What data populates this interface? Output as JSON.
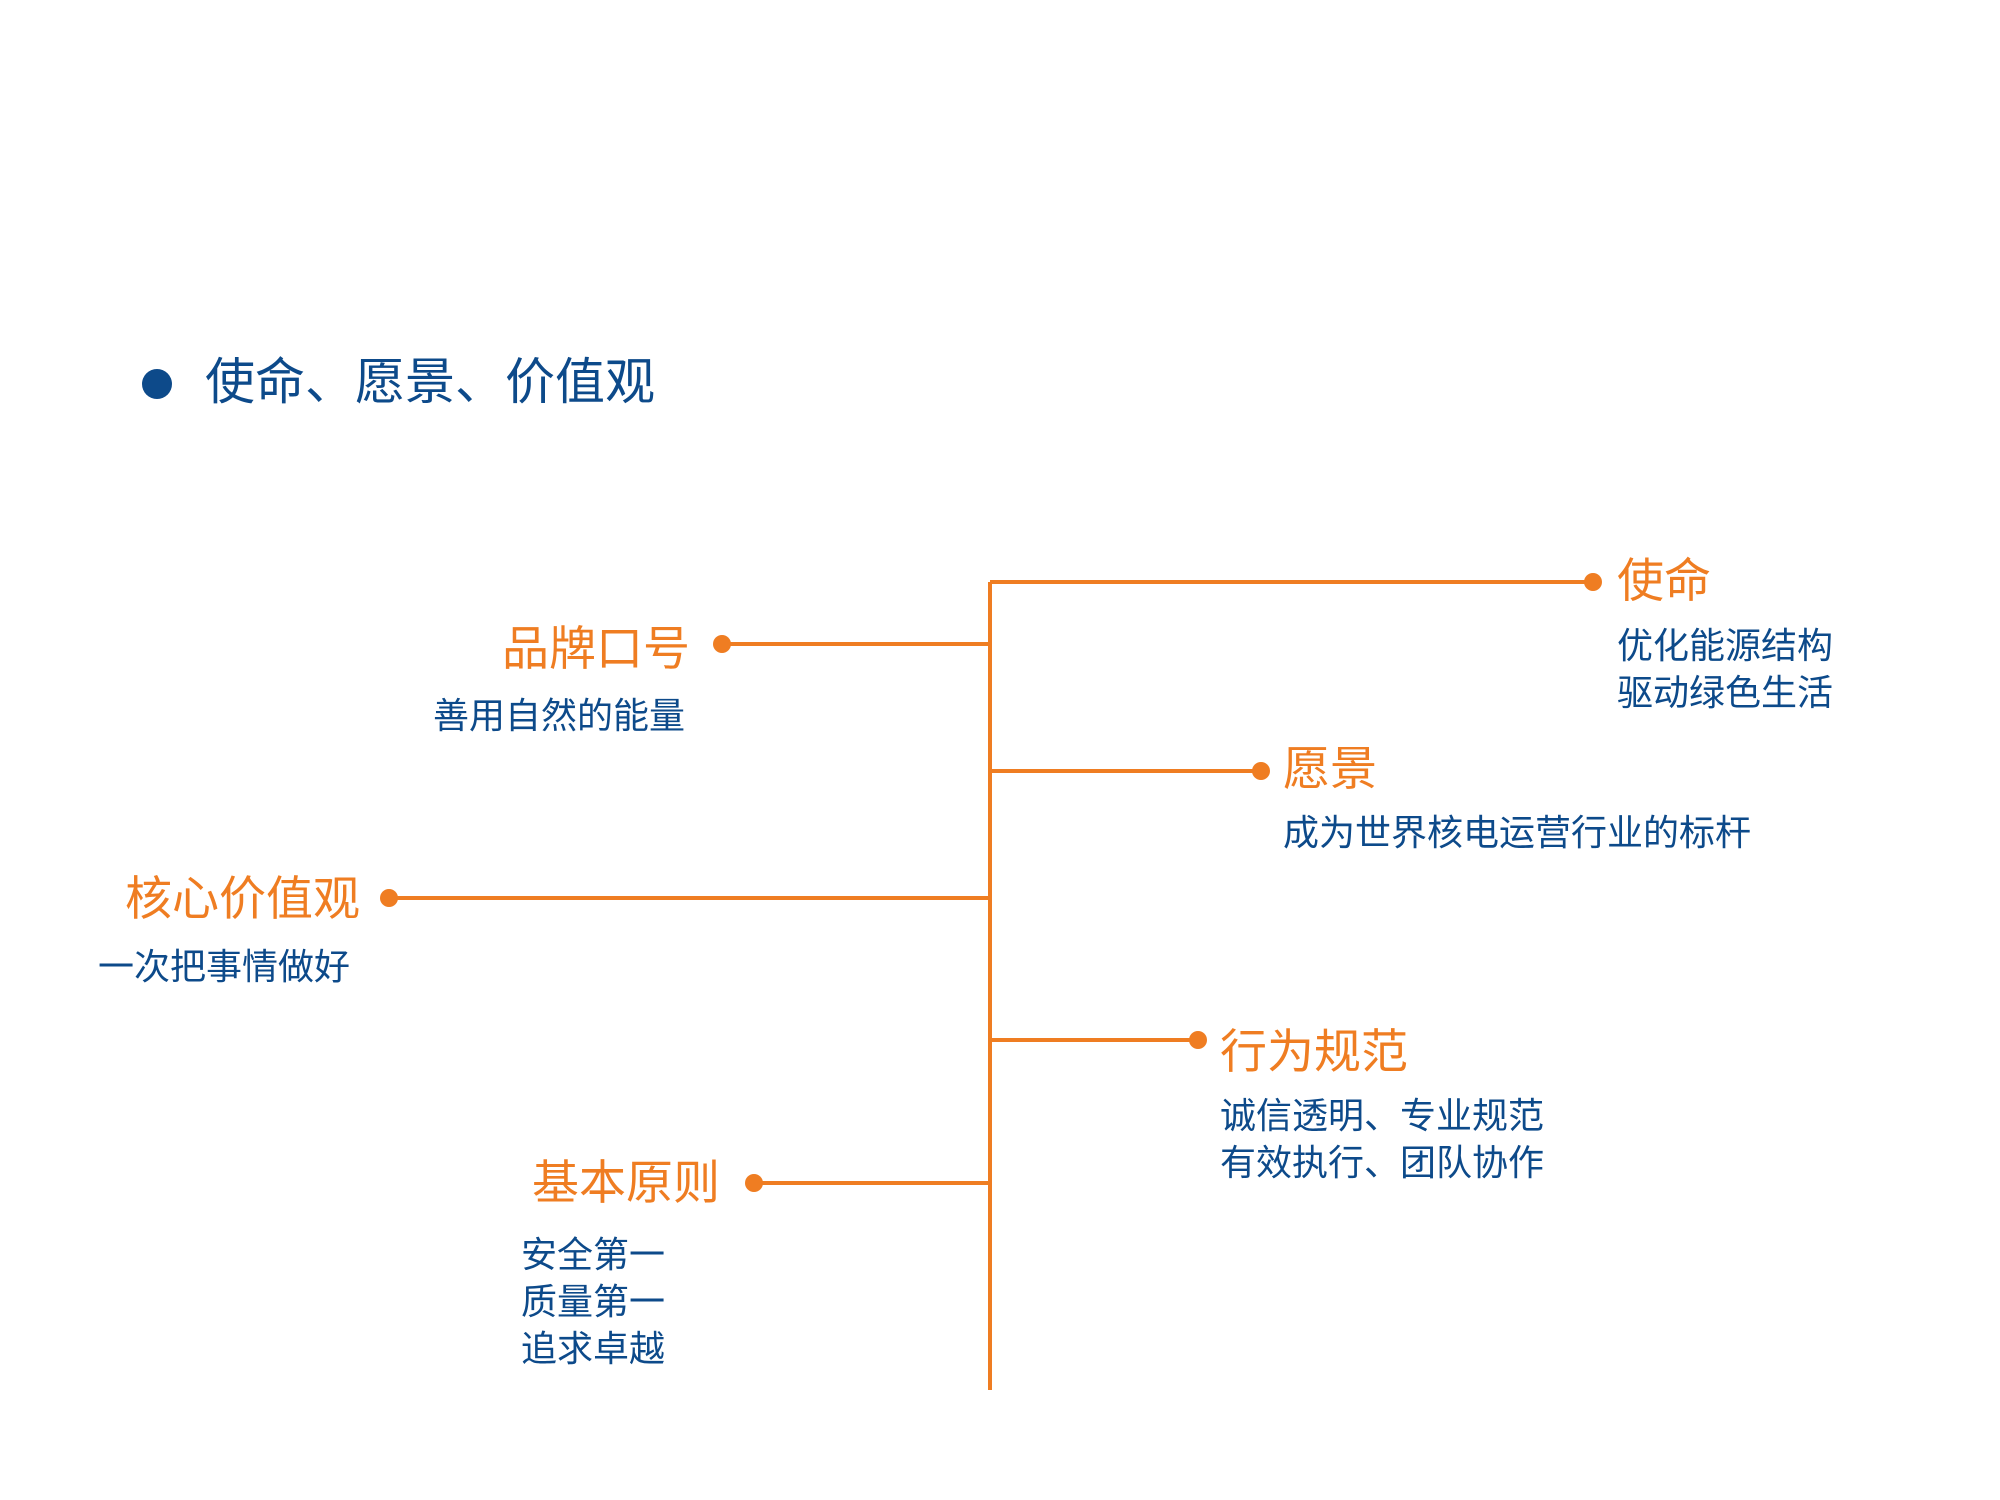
{
  "colors": {
    "accent": "#ef7d22",
    "text_blue": "#0d4a8a"
  },
  "header": {
    "title": "使命、愿景、价值观"
  },
  "branches": {
    "slogan": {
      "title": "品牌口号",
      "lines": [
        "善用自然的能量"
      ]
    },
    "core_values": {
      "title": "核心价值观",
      "lines": [
        "一次把事情做好"
      ]
    },
    "principles": {
      "title": "基本原则",
      "lines": [
        "安全第一",
        "质量第一",
        "追求卓越"
      ]
    },
    "mission": {
      "title": "使命",
      "lines": [
        "优化能源结构",
        "驱动绿色生活"
      ]
    },
    "vision": {
      "title": "愿景",
      "lines": [
        "成为世界核电运营行业的标杆"
      ]
    },
    "conduct": {
      "title": "行为规范",
      "lines": [
        "诚信透明、专业规范",
        "有效执行、团队协作"
      ]
    }
  }
}
